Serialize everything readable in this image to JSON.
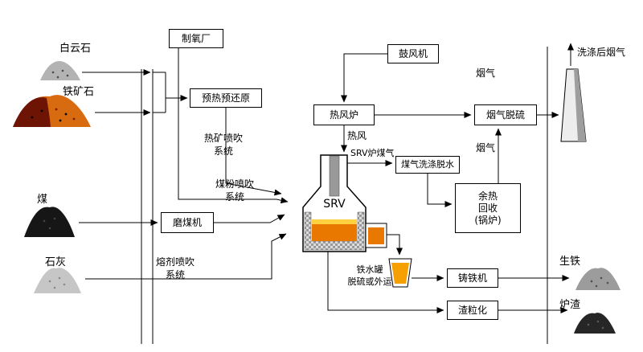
{
  "boxes": {
    "oxygen_plant": "制氧厂",
    "preheat_prereduction": "预热预还原",
    "blower": "鼓风机",
    "hot_blast_stove": "热风炉",
    "flue_gas_desulfurization": "烟气脱硫",
    "coal_mill": "磨煤机",
    "gas_washing_dewatering": "煤气洗涤脱水",
    "waste_heat_recovery": "余热\n回收\n(锅炉)",
    "iron_casting_machine": "铸铁机",
    "slag_granulation": "渣粒化"
  },
  "materials": {
    "dolomite": "白云石",
    "iron_ore": "铁矿石",
    "coal": "煤",
    "lime": "石灰",
    "pig_iron": "生铁",
    "slag": "炉渣"
  },
  "flow_labels": {
    "hot_ore_injection_system": "热矿喷吹\n系统",
    "coal_powder_injection_system": "煤粉喷吹\n系统",
    "flux_injection_system": "熔剂喷吹\n系统",
    "hot_blast": "热风",
    "srv_furnace_gas": "SRV炉煤气",
    "flue_gas_upper": "烟气",
    "flue_gas_lower": "烟气",
    "washed_flue_gas": "洗涤后烟气",
    "hot_metal_ladle_note": "铁水罐\n脱硫或外运",
    "furnace_name": "SRV"
  },
  "colors": {
    "molten_iron_orange": "#e87800",
    "slag_layer_yellow": "#ffd040",
    "ladle_fill_orange": "#f5a000",
    "iron_ore_dark_red": "#6e1404",
    "iron_ore_orange": "#d86a10"
  }
}
